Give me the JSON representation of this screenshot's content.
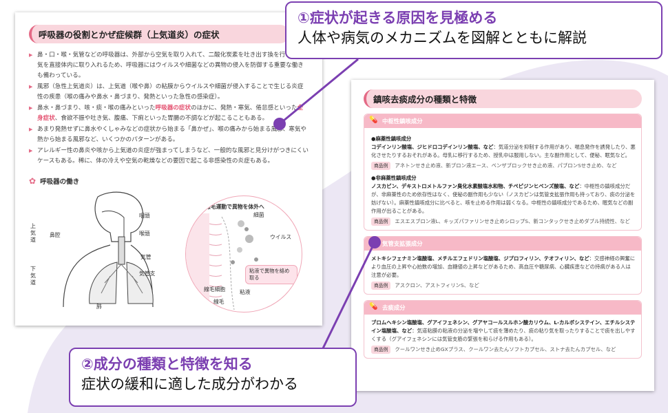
{
  "left_page": {
    "title": "呼吸器の役割とかぜ症候群（上気道炎）の症状",
    "bullets": [
      {
        "pre": "鼻・口・喉・気管などの呼吸器は、外部から空気を取り入れて、二酸化炭素を吐き出す換を行う。外気を直接体内に取り入れるため、呼吸器にはウイルスや細菌などの異物の侵入を防御する重要な働きも備わっている。",
        "hl1": "",
        "mid": "",
        "hl2": "",
        "post": ""
      },
      {
        "pre": "風邪（急性上気道炎）は、上気道（喉や鼻）の粘膜からウイルスや細菌が侵入することで生じる炎症性の疾患（喉の痛みや鼻水・鼻づまり、発熱といった急性の感染症）。",
        "hl1": "",
        "mid": "",
        "hl2": "",
        "post": ""
      },
      {
        "pre": "鼻水・鼻づまり、咳・痰・喉の痛みといった",
        "hl1": "呼吸器の症状",
        "mid": "のほかに、発熱・寒気、倦怠感といった",
        "hl2": "全身症状",
        "post": "、食欲不振や吐き気、腹痛、下痢といった胃腸の不調などが起こることもある。"
      },
      {
        "pre": "あまり発熱せずに鼻水やくしゃみなどの症状から始まる「鼻かぜ」、喉の痛みから始まる風邪、寒気や熱から始まる風邪など、いくつかのパターンがある。",
        "hl1": "",
        "mid": "",
        "hl2": "",
        "post": ""
      },
      {
        "pre": "アレルギー性の鼻炎や咳から上気道の炎症が強まってしまうなど、一般的な風邪と見分けがつきにくいケースもある。稀に、体の冷えや空気の乾燥などの要因で起こる非感染性の炎症もある。",
        "hl1": "",
        "mid": "",
        "hl2": "",
        "post": ""
      }
    ],
    "figure": {
      "title": "呼吸器の働き",
      "labels": {
        "pharynx": "咽頭",
        "larynx": "喉頭",
        "nasal": "鼻腔",
        "trachea": "気管",
        "bronchi": "気管支",
        "lung": "肺",
        "upper": "上気道",
        "lower": "下気道"
      },
      "circle_title": "線毛運動で異物を体外へ",
      "circle_labels": {
        "bacteria": "細菌",
        "virus": "ウイルス",
        "cilia_cell": "線毛細胞",
        "cilia": "線毛",
        "mucus": "粘液"
      },
      "tag": "粘液で異物を絡め取る"
    }
  },
  "right_page": {
    "title": "鎮咳去痰成分の種類と特徴",
    "product_tag": "商品例",
    "cards": [
      {
        "heading": "中枢性鎮咳成分",
        "groups": [
          {
            "sub": "●麻薬性鎮咳成分",
            "names": "コデインリン酸塩、ジヒドロコデインリン酸塩、など",
            "desc": "：気道分泌を抑制する作用があり、喘息発作を誘発したり、悪化させたりするおそれがある。母乳に移行するため、授乳中は服用しない。主な副作用として、便秘、眠気など。",
            "product": "アネトンせき止め液、新ブロン液エース、ベンザブロックせき止め液、パブロンSせき止め、など"
          },
          {
            "sub": "●非麻薬性鎮咳成分",
            "names": "ノスカピン、デキストロメトルファン臭化水素酸塩水和物、チペピジンヒベンズ酸塩、など",
            "desc": "：中枢性の鎮咳成分だが、非麻薬性のため依存性はなく、使秘の副作用も少ない（ノスカピンは気管支拡張作用も持っており、痰の分泌を妨げない）。麻薬性鎮咳成分に比べると、咳を止める作用は弱くなる。中枢性の鎮咳成分であるため、眠気などの副作用が出ることがある。",
            "product": "エスエスブロン液L、キッズパファリンせき止めシロップS、新コンタックせき止めダブル持続性、など"
          }
        ]
      },
      {
        "heading": "気管支拡張成分",
        "groups": [
          {
            "sub": "",
            "names": "メトキシフェナミン塩酸塩、メチルエフェドリン塩酸塩、ジプロフィリン、テオフィリン、など",
            "desc": "：交感神経の興奮により血圧の上昇や心拍数の増加、血糖値の上昇などがあるため、高血圧や糖尿病、心臓疾患などの持病がある人は注意が必要。",
            "product": "アスクロン、アストフィリンS、など"
          }
        ]
      },
      {
        "heading": "去痰成分",
        "groups": [
          {
            "sub": "",
            "names": "ブロムヘキシン塩酸塩、グアイフェネシン、グアヤコールスルホン酸カリウム、L-カルボシステイン、エチルシステイン塩酸塩、など",
            "desc": "：気道粘膜の粘液の分泌を増やして痰を薄めたり、痰の粘り気を取ったりすることで痰を出しやすくする（グアイフェネシンには気管支筋の緊張を和らげる作用もある）。",
            "product": "クールワンせき止めGXプラス、クールワン去たんソフトカプセル、ストナ去たんカプセル、など"
          }
        ]
      }
    ]
  },
  "callouts": {
    "one_title": "①症状が起きる原因を見極める",
    "one_sub": "人体や病気のメカニズムを図解とともに解説",
    "two_title": "②成分の種類と特徴を知る",
    "two_sub": "症状の緩和に適した成分がわかる"
  },
  "colors": {
    "accent": "#e46a86",
    "callout": "#7b3fb1",
    "pink_soft": "#f9d6dd",
    "blob": "#ece7f4"
  }
}
